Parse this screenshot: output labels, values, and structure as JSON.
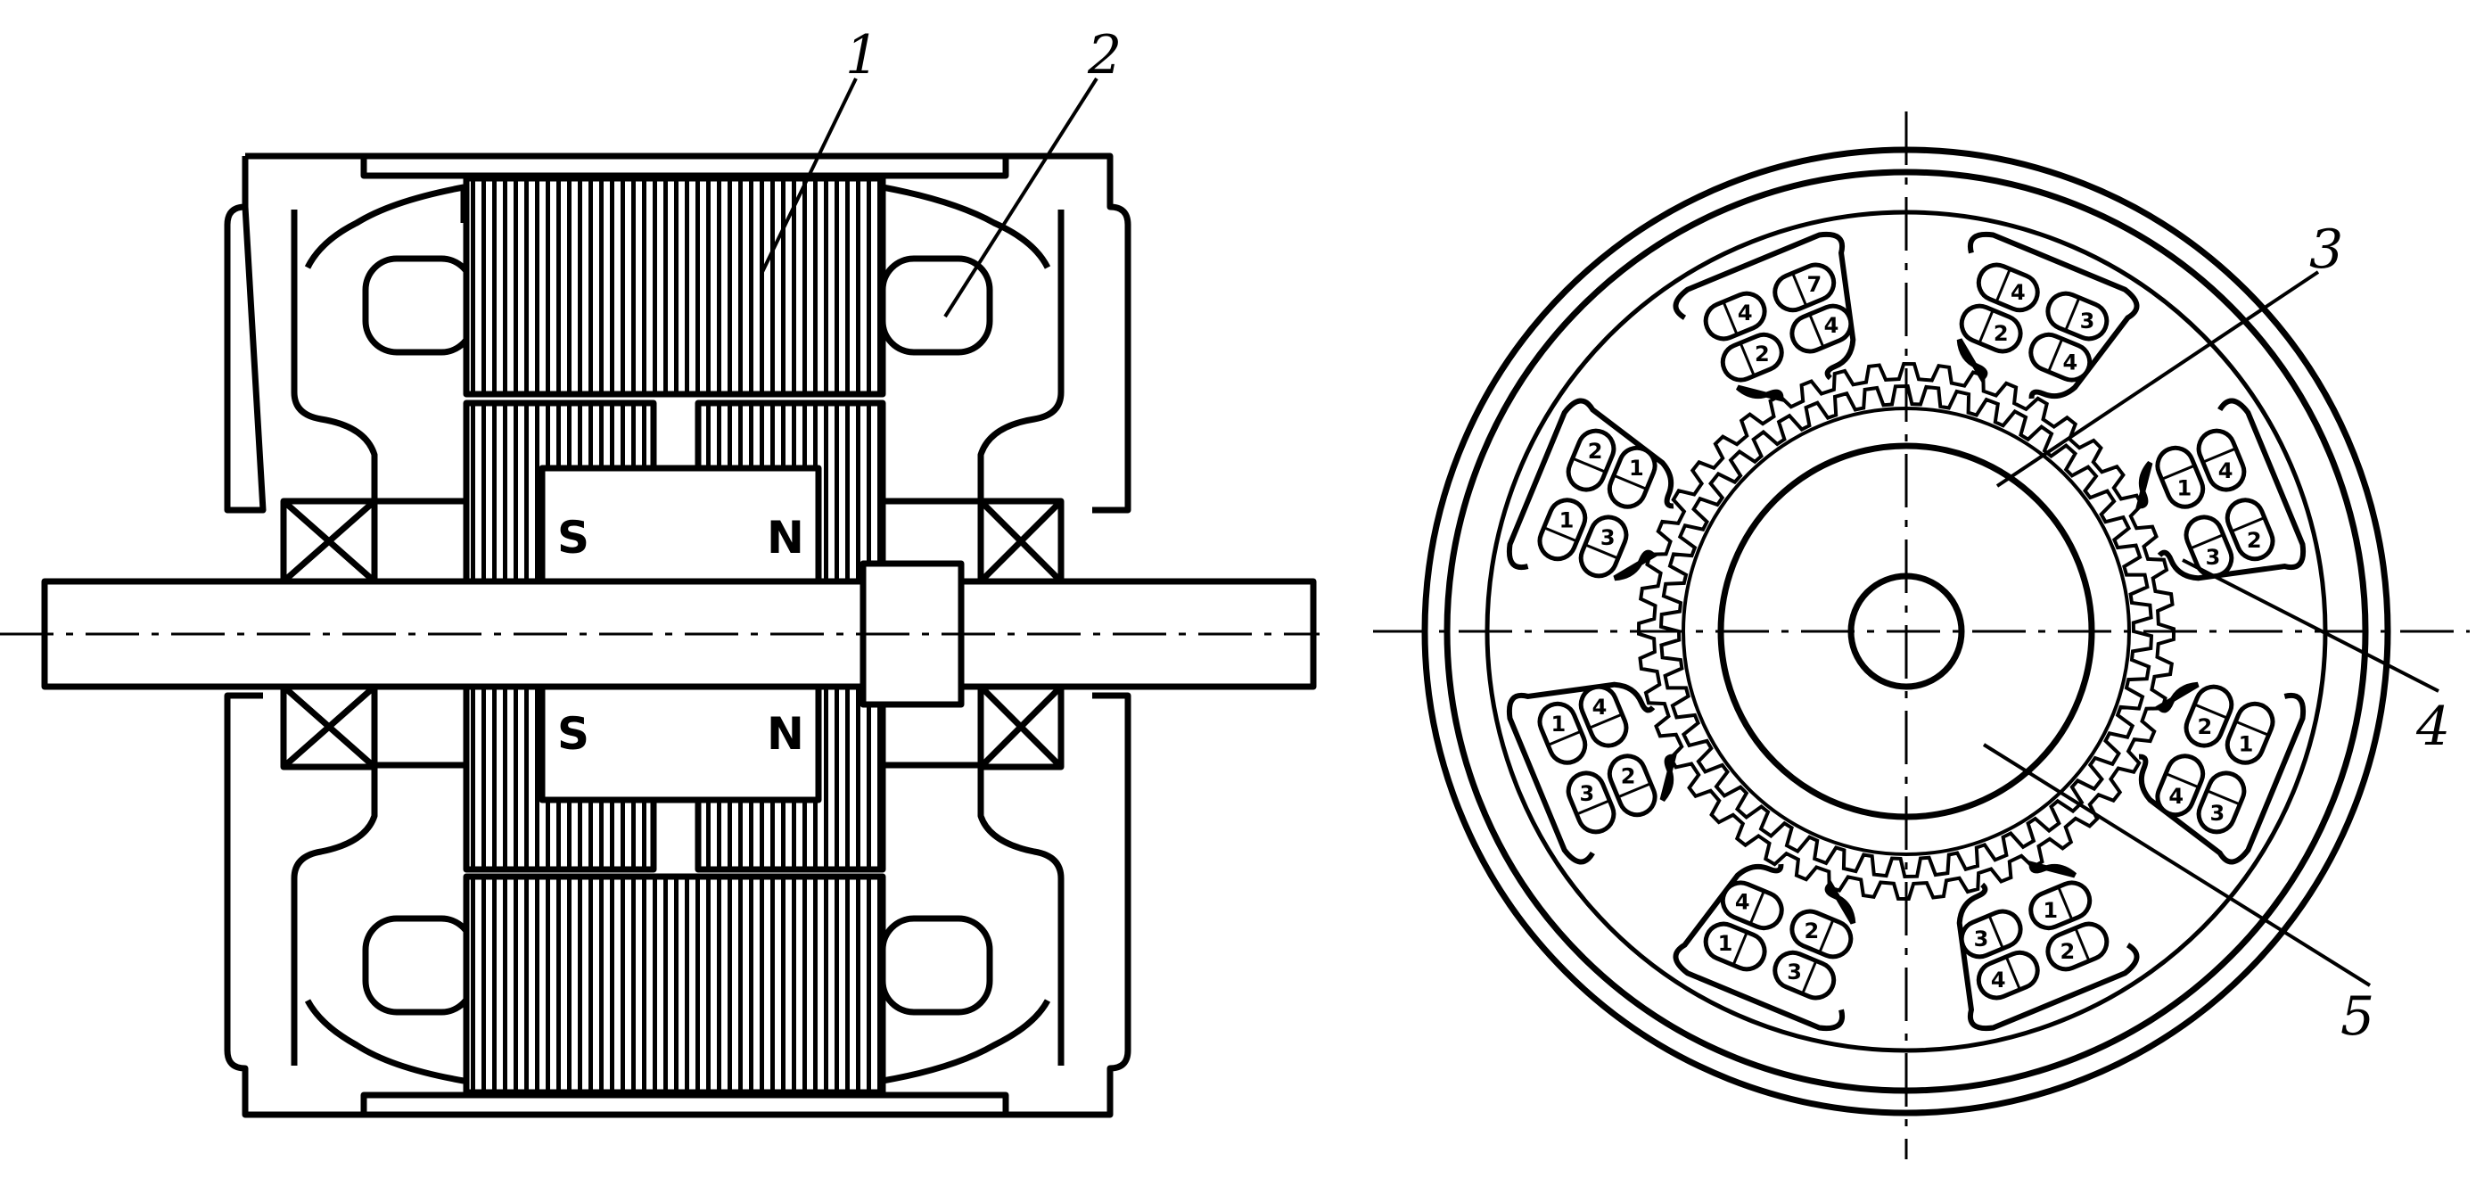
{
  "callouts": {
    "c1": "1",
    "c2": "2",
    "c3": "3",
    "c4": "4",
    "c5": "5"
  },
  "poles": {
    "upper_south": "S",
    "upper_north": "N",
    "lower_south": "S",
    "lower_north": "N"
  },
  "coil_labels": [
    [
      "4",
      "7",
      "2",
      "4"
    ],
    [
      "4",
      "3",
      "2",
      "4"
    ],
    [
      "4",
      "2",
      "1",
      "3"
    ],
    [
      "1",
      "3",
      "2",
      "4"
    ],
    [
      "2",
      "4",
      "1",
      "3"
    ],
    [
      "3",
      "1",
      "2",
      "4"
    ],
    [
      "3",
      "1",
      "2",
      "4"
    ],
    [
      "1",
      "2",
      "3",
      "1"
    ]
  ]
}
